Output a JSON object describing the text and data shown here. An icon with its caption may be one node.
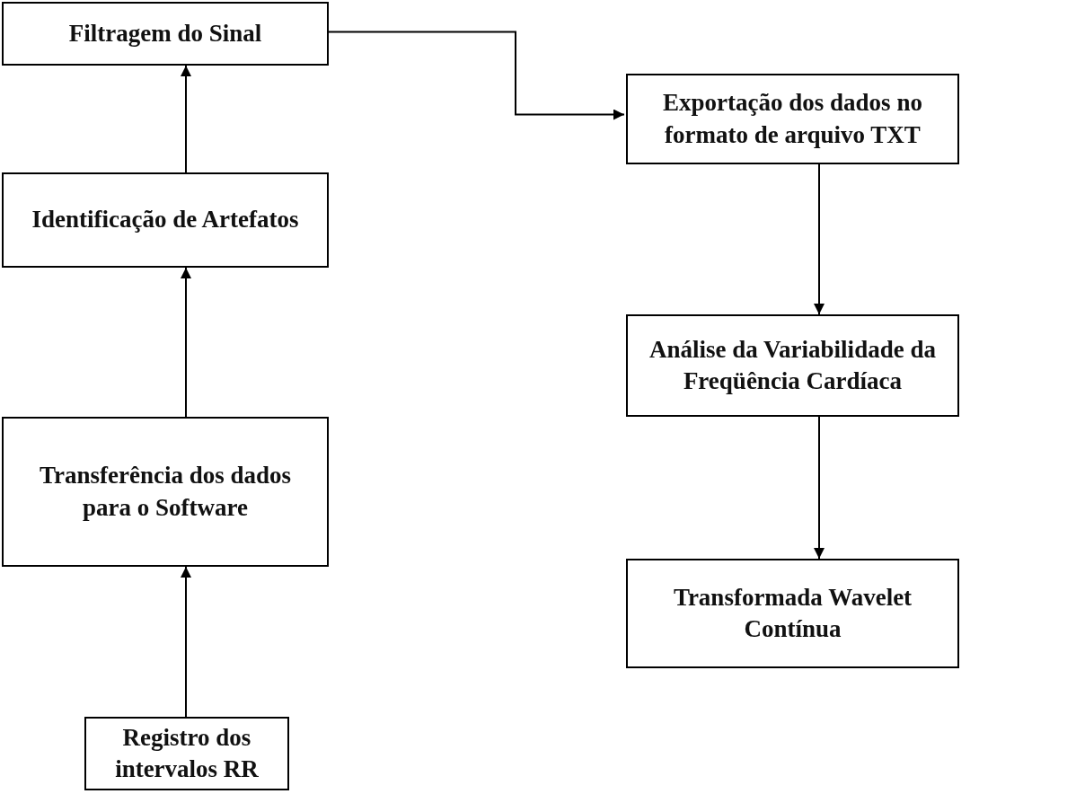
{
  "diagram": {
    "nodes": [
      {
        "text": [
          "Filtragem do Sinal"
        ]
      },
      {
        "text": [
          "Identificação de Artefatos"
        ]
      },
      {
        "text": [
          "Transferência dos dados para o Software"
        ]
      },
      {
        "text": [
          "Registro dos intervalos RR"
        ]
      },
      {
        "text": [
          "Exportação dos dados no formato de arquivo TXT"
        ]
      },
      {
        "text": [
          "Análise da Variabilidade da Freqüência Cardíaca"
        ]
      },
      {
        "text": [
          "Transformada Wavelet Contínua"
        ]
      }
    ],
    "edges": [
      {
        "from": 3,
        "to": 2,
        "arrow": "to"
      },
      {
        "from": 2,
        "to": 1,
        "arrow": "to"
      },
      {
        "from": 1,
        "to": 0,
        "arrow": "to"
      },
      {
        "from": 0,
        "to": 4,
        "arrow": "to"
      },
      {
        "from": 4,
        "to": 5,
        "arrow": "to"
      },
      {
        "from": 5,
        "to": 6,
        "arrow": "to"
      }
    ]
  }
}
